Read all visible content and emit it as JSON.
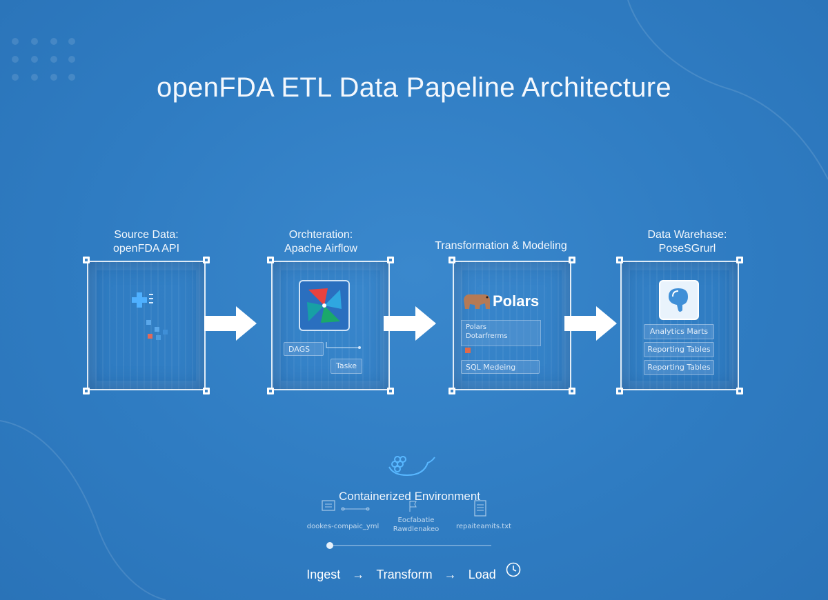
{
  "title": "openFDA ETL Data Papeline Architecture",
  "stages": [
    {
      "label_line1": "Source Data:",
      "label_line2": "openFDA API"
    },
    {
      "label_line1": "Orchteration:",
      "label_line2": "Apache Airflow",
      "chips": [
        "DAGS",
        "Taske"
      ]
    },
    {
      "label_line1": "Transformation & Modeling",
      "label_line2": "",
      "brand": "Polars",
      "chips": [
        "Polars",
        "Dotarfrerms",
        "SQL Medeing"
      ]
    },
    {
      "label_line1": "Data Warehase:",
      "label_line2": "PoseSGrurl",
      "chips": [
        "Analytics Marts",
        "Reporting Tables",
        "Reporting Tables"
      ]
    }
  ],
  "footer": {
    "heading": "Containerized Environment",
    "items": [
      "dookes-compaic_yml",
      "Eocfabatie\nRawdlenakeo",
      "repaiteamits.txt"
    ],
    "flow": [
      "Ingest",
      "→",
      "Transform",
      "→",
      "Load"
    ]
  },
  "icons": [
    "docker-whale-icon",
    "airflow-pinwheel-icon",
    "polars-bear-icon",
    "postgresql-elephant-icon",
    "clock-icon",
    "document-icon"
  ],
  "colors": {
    "background": "#2f7cc2",
    "frame": "#ffffff",
    "arrow": "#ffffff"
  }
}
